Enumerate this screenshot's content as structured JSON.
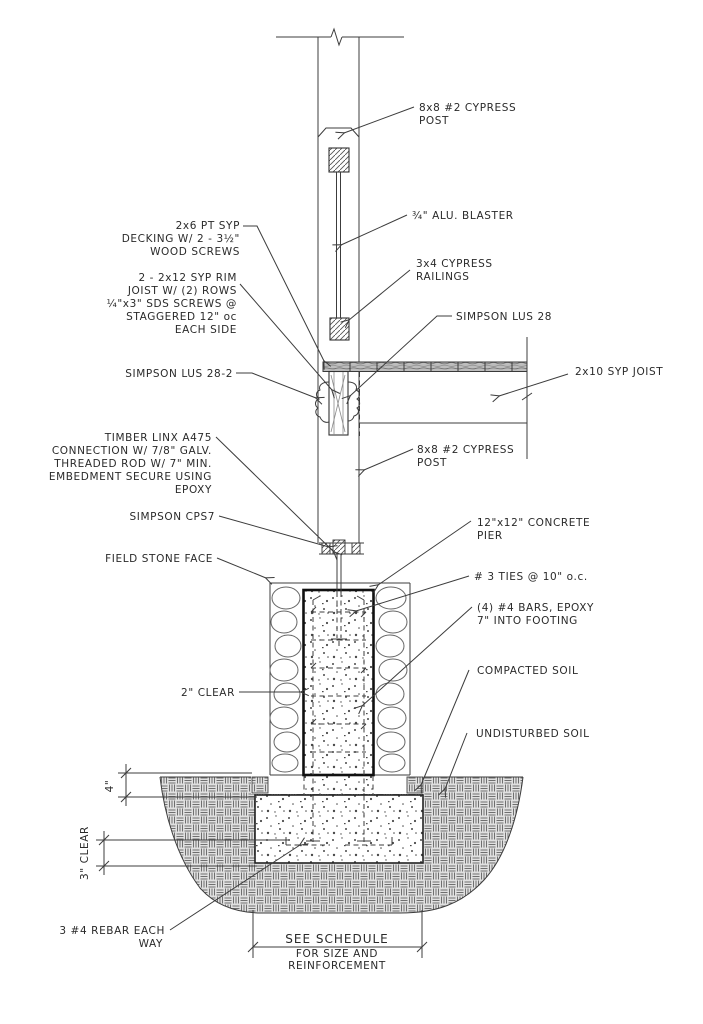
{
  "drawing": {
    "type": "construction-detail-section",
    "subject": "deck post, railing, concrete pier and footing detail"
  },
  "colors": {
    "paper": "#ffffff",
    "line": "#3c3c3c",
    "soil_fill": "#e0e0e0",
    "soil_lines": "#6f6f6f",
    "concrete_stipple": "#4a4a4a",
    "decking_fill": "#bdbdbd"
  },
  "annotations": {
    "post_top": [
      "8x8 #2 CYPRESS",
      "POST"
    ],
    "baluster": [
      "¾\" ALU. BLASTER"
    ],
    "railings": [
      "3x4 CYPRESS",
      "RAILINGS"
    ],
    "lus28": [
      "SIMPSON LUS 28"
    ],
    "joist": [
      "2x10 SYP JOIST"
    ],
    "decking": [
      "2x6 PT SYP",
      "DECKING W/ 2 - 3½\"",
      "WOOD SCREWS"
    ],
    "rim_joist": [
      "2 - 2x12 SYP RIM",
      "JOIST W/ (2) ROWS",
      "¼\"x3\" SDS SCREWS @",
      "STAGGERED 12\" oc",
      "EACH SIDE"
    ],
    "lus28_2": [
      "SIMPSON LUS 28-2"
    ],
    "post_lower": [
      "8x8 #2 CYPRESS",
      "POST"
    ],
    "timberlinx": [
      "TIMBER LINX A475",
      "CONNECTION W/ 7/8\" GALV.",
      "THREADED ROD W/ 7\" MIN.",
      "EMBEDMENT SECURE USING",
      "EPOXY"
    ],
    "cps7": [
      "SIMPSON CPS7"
    ],
    "pier": [
      "12\"x12\" CONCRETE",
      "PIER"
    ],
    "stone": [
      "FIELD STONE FACE"
    ],
    "ties": [
      "# 3 TIES @ 10\" o.c."
    ],
    "bars": [
      "(4) #4 BARS, EPOXY",
      "7\" INTO FOOTING"
    ],
    "clear2": [
      "2\" CLEAR"
    ],
    "compacted": [
      "COMPACTED SOIL"
    ],
    "undisturbed": [
      "UNDISTURBED SOIL"
    ],
    "rebar": [
      "3 #4 REBAR EACH",
      "WAY"
    ],
    "dim4": [
      "4\""
    ],
    "dim3clear": [
      "3\" CLEAR"
    ],
    "schedule": [
      "SEE SCHEDULE",
      "FOR SIZE AND",
      "REINFORCEMENT"
    ]
  }
}
